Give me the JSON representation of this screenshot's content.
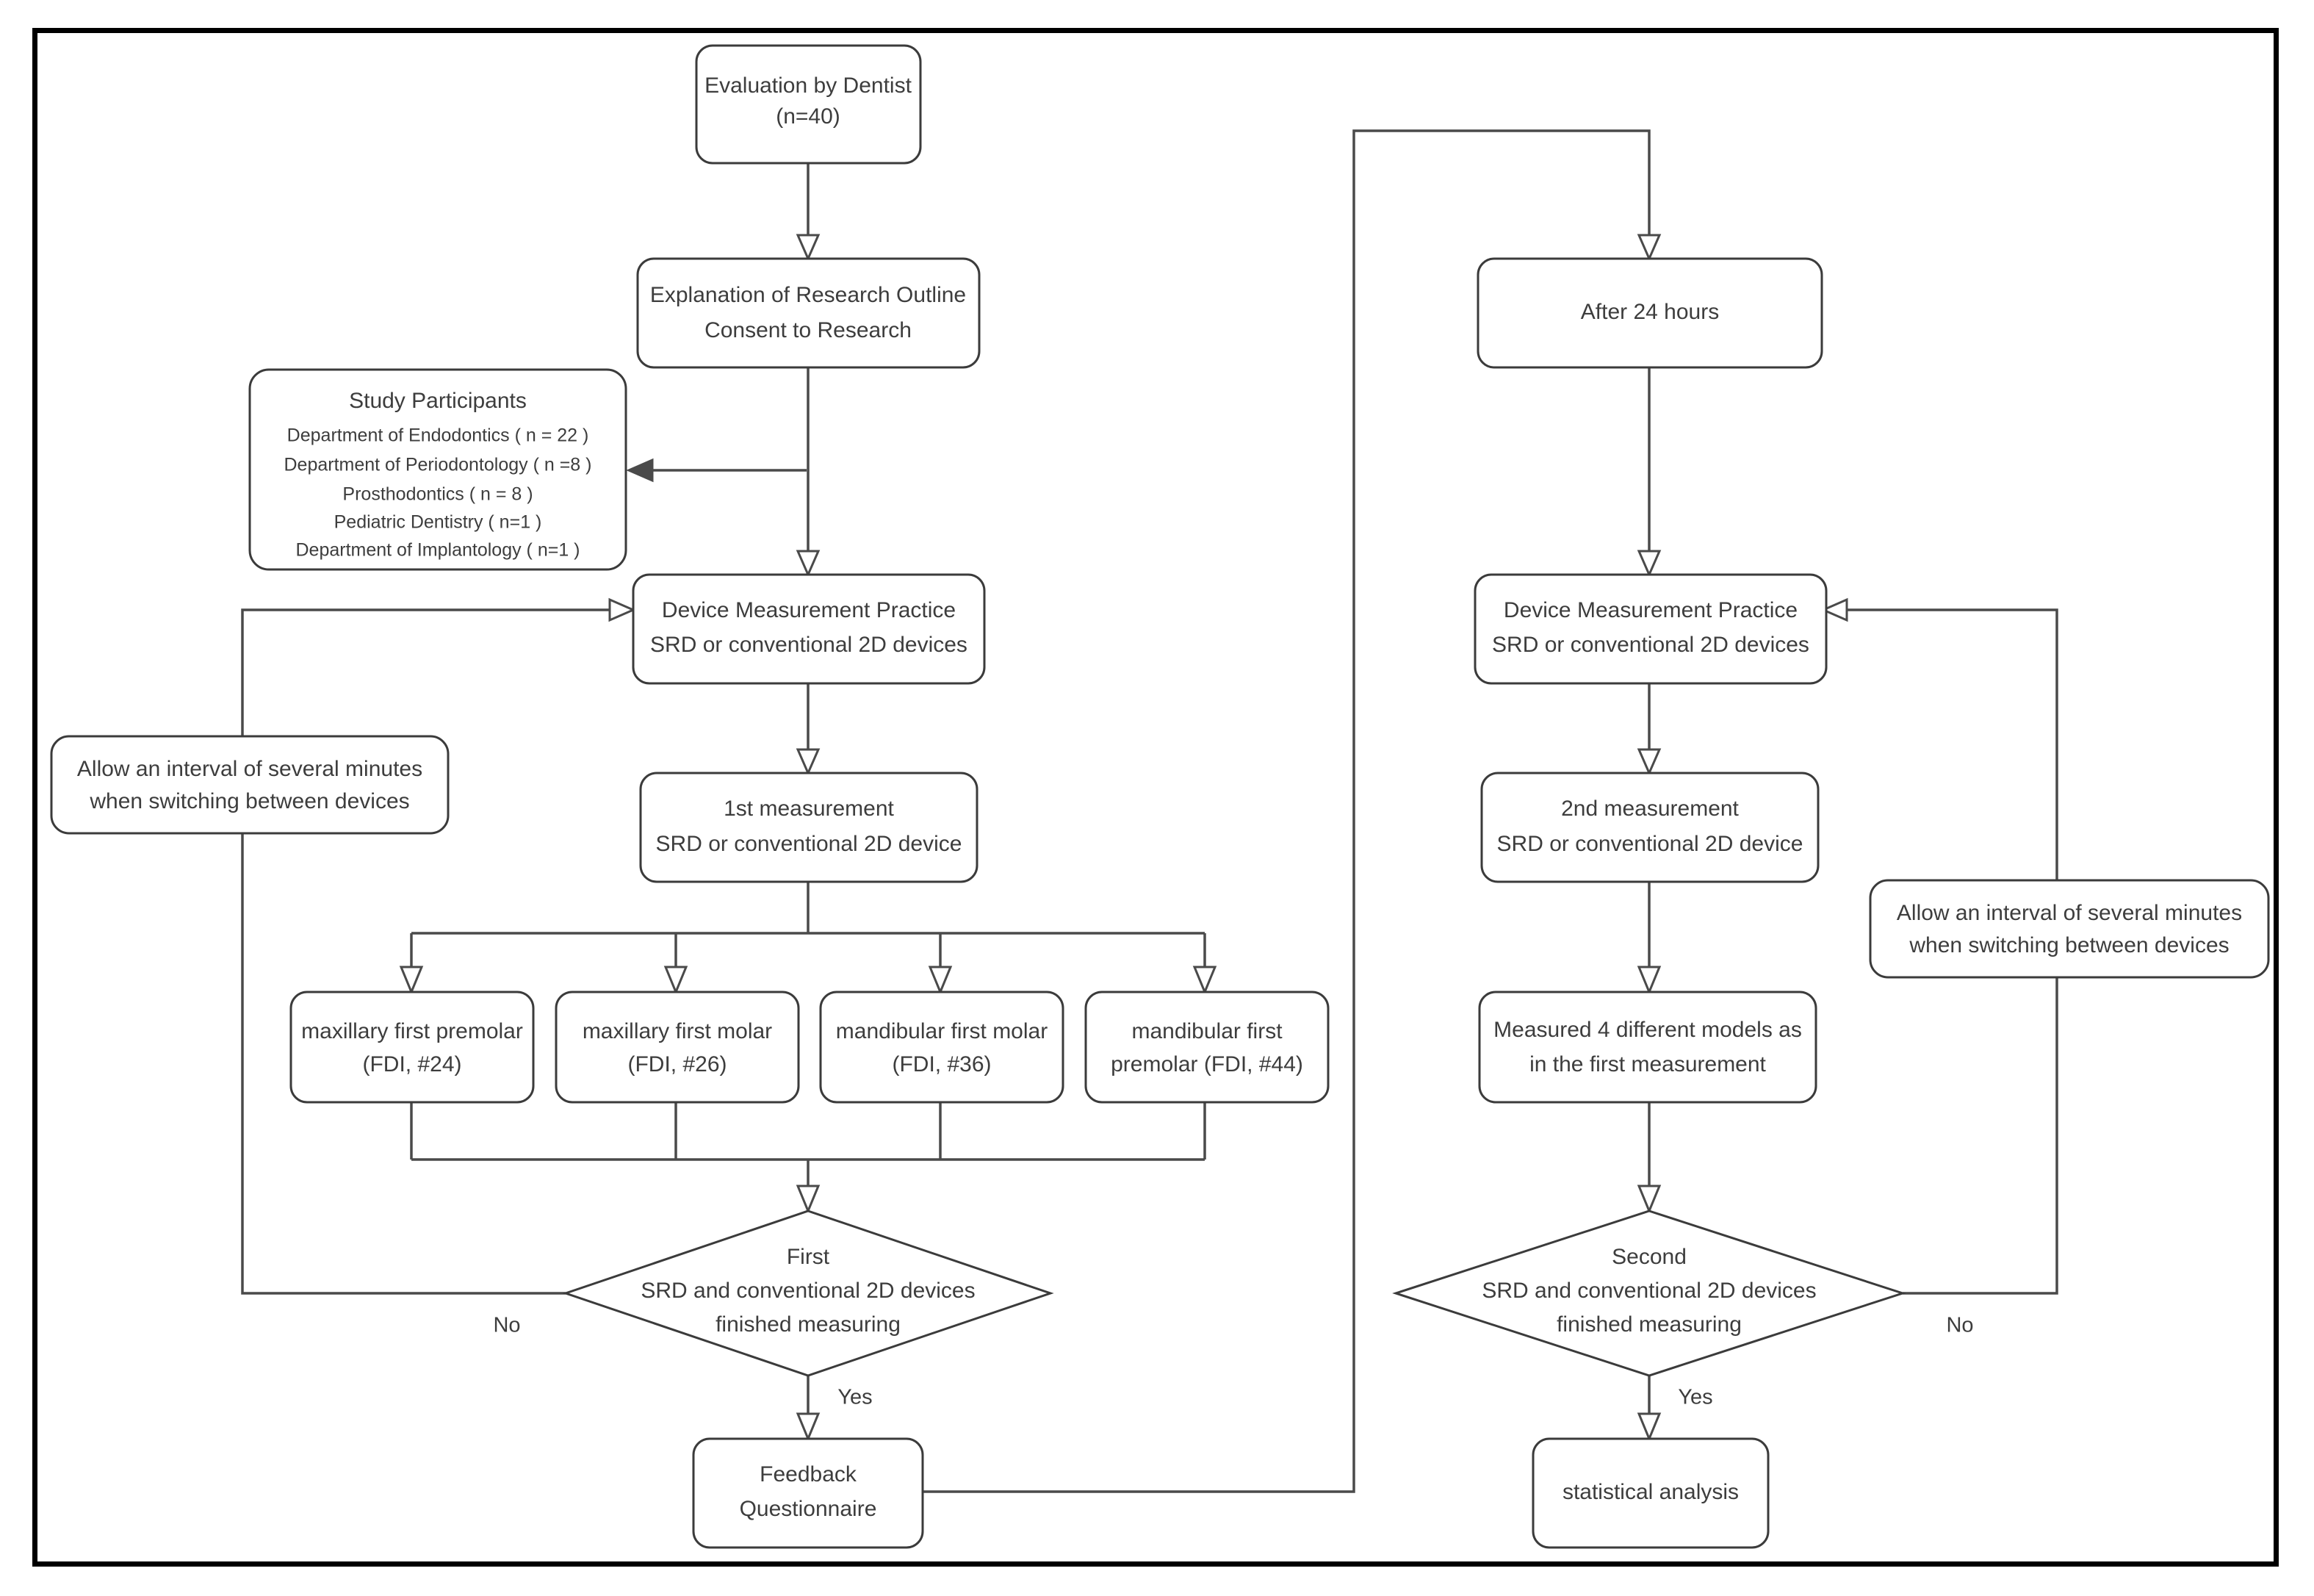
{
  "diagram": {
    "title": "Study protocol flowchart",
    "colors": {
      "frame": "#000000",
      "node_stroke": "#3b3b3b",
      "connector": "#4a4a4a",
      "text": "#3d3d3d",
      "background": "#ffffff"
    },
    "left_branch": {
      "evaluation": {
        "line1": "Evaluation by Dentist",
        "line2": "(n=40)"
      },
      "explanation": {
        "line1": "Explanation of Research Outline",
        "line2": "Consent to Research"
      },
      "participants": {
        "title": "Study Participants",
        "rows": [
          "Department of Endodontics ( n = 22 )",
          "Department of Periodontology ( n =8 )",
          "Prosthodontics ( n = 8 )",
          "Pediatric Dentistry ( n=1 )",
          "Department of Implantology ( n=1 )"
        ]
      },
      "practice": {
        "line1": "Device Measurement Practice",
        "line2": "SRD or conventional 2D devices"
      },
      "measurement": {
        "line1": "1st measurement",
        "line2": "SRD or conventional 2D device"
      },
      "interval_note": {
        "line1": "Allow an interval of several minutes",
        "line2": "when switching between devices"
      },
      "teeth": [
        {
          "line1": "maxillary first premolar",
          "line2": "(FDI, #24)"
        },
        {
          "line1": "maxillary first molar",
          "line2": "(FDI, #26)"
        },
        {
          "line1": "mandibular first molar",
          "line2": "(FDI, #36)"
        },
        {
          "line1": "mandibular first",
          "line2": "premolar (FDI, #44)"
        }
      ],
      "decision": {
        "line1": "First",
        "line2": "SRD and conventional 2D devices",
        "line3": "finished measuring"
      },
      "decision_no": "No",
      "decision_yes": "Yes",
      "feedback": {
        "line1": "Feedback",
        "line2": "Questionnaire"
      }
    },
    "right_branch": {
      "after": {
        "line1": "After 24 hours"
      },
      "practice": {
        "line1": "Device Measurement Practice",
        "line2": "SRD or conventional 2D devices"
      },
      "measurement": {
        "line1": "2nd measurement",
        "line2": "SRD or conventional 2D device"
      },
      "models": {
        "line1": "Measured 4 different models as",
        "line2": "in the first measurement"
      },
      "interval_note": {
        "line1": "Allow an interval of several minutes",
        "line2": "when switching between devices"
      },
      "decision": {
        "line1": "Second",
        "line2": "SRD and conventional 2D devices",
        "line3": "finished measuring"
      },
      "decision_no": "No",
      "decision_yes": "Yes",
      "analysis": {
        "line1": "statistical analysis"
      }
    }
  }
}
